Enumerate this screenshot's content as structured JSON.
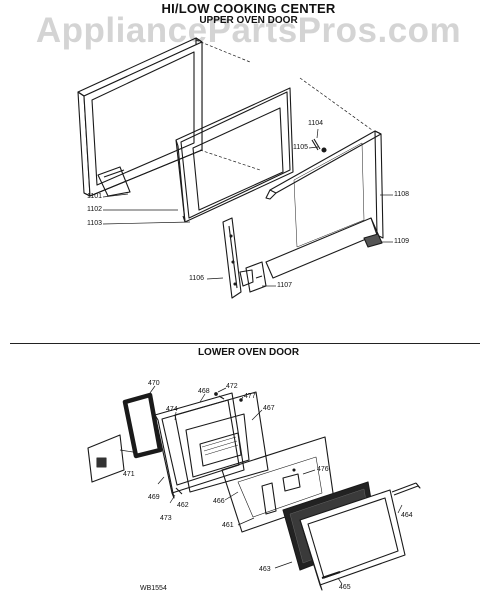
{
  "header": {
    "title": "HI/LOW COOKING CENTER",
    "upper_section": "UPPER OVEN DOOR",
    "lower_section": "LOWER OVEN DOOR",
    "watermark": "AppliancePartsPros.com"
  },
  "upper_parts": [
    "1101",
    "1102",
    "1103",
    "1104",
    "1105",
    "1106",
    "1107",
    "1108",
    "1109"
  ],
  "lower_parts": [
    "470",
    "468",
    "472",
    "477",
    "474",
    "467",
    "471",
    "469",
    "476",
    "473",
    "462",
    "466",
    "461",
    "463",
    "465",
    "464"
  ],
  "footer": {
    "diagram_code": "WB1554"
  }
}
